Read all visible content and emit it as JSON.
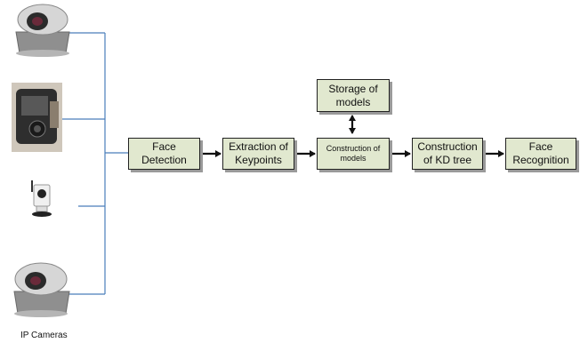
{
  "cameras": {
    "caption": "IP Cameras",
    "items": [
      "ptz-camera-1",
      "security-camera",
      "small-camera",
      "ptz-camera-2"
    ]
  },
  "pipeline": {
    "face_detection": [
      "Face",
      "Detection"
    ],
    "keypoints": [
      "Extraction of",
      "Keypoints"
    ],
    "construction_models": [
      "Construction of",
      "models"
    ],
    "storage_models": [
      "Storage of",
      "models"
    ],
    "kd_tree": [
      "Construction",
      "of KD tree"
    ],
    "face_recognition": [
      "Face",
      "Recognition"
    ]
  },
  "colors": {
    "wire": "#4a7ebb",
    "box_fill": "#e1e8cf",
    "arrow": "#111111"
  }
}
